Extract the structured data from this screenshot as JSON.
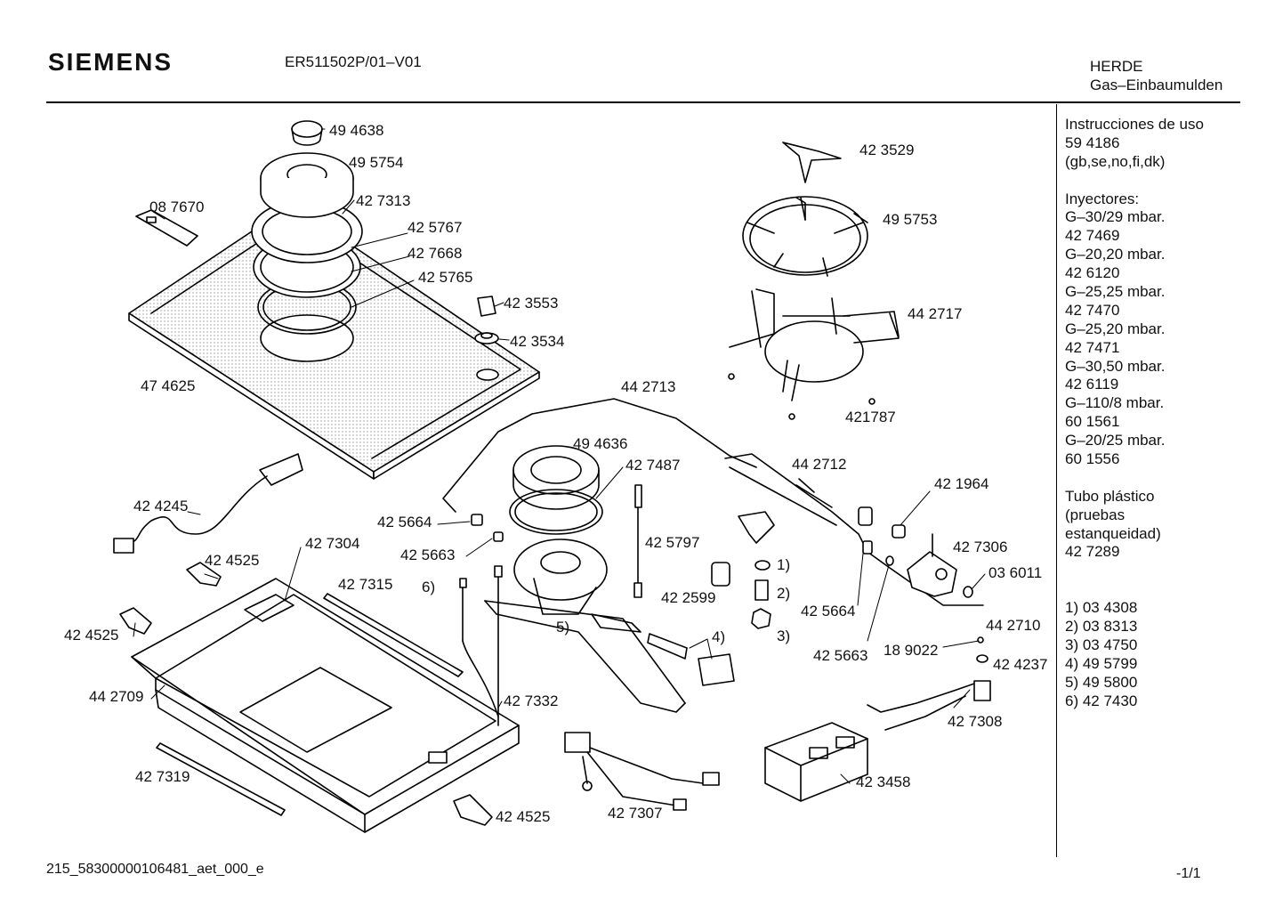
{
  "header": {
    "brand": "SIEMENS",
    "model": "ER511502P/01–V01",
    "category_line1": "HERDE",
    "category_line2": "Gas–Einbaumulden"
  },
  "sidebar": {
    "lines": [
      "Instrucciones de uso",
      "59 4186",
      "(gb,se,no,fi,dk)",
      "",
      "Inyectores:",
      "G–30/29 mbar.",
      "42 7469",
      "G–20,20 mbar.",
      "42 6120",
      "G–25,25 mbar.",
      "42 7470",
      "G–25,20 mbar.",
      "42 7471",
      "G–30,50 mbar.",
      "42 6119",
      "G–110/8 mbar.",
      "60 1561",
      "G–20/25 mbar.",
      "60 1556",
      "",
      "Tubo plástico",
      "(pruebas",
      "estanqueidad)",
      "42 7289",
      "",
      "",
      "1) 03 4308",
      "2) 03 8313",
      "3) 03 4750",
      "4) 49 5799",
      "5) 49 5800",
      "6) 42 7430"
    ]
  },
  "labels": [
    "49 4638",
    "49 5754",
    "42 7313",
    "08 7670",
    "42 5767",
    "42 7668",
    "42 5765",
    "42 3553",
    "42 3534",
    "47 4625",
    "42 3529",
    "49 5753",
    "44 2717",
    "421787",
    "44 2713",
    "49 4636",
    "42 7487",
    "44 2712",
    "42 1964",
    "42 4245",
    "42 5664",
    "42 5663",
    "42 5797",
    "42 7306",
    "03 6011",
    "42 7304",
    "42 4525",
    "42 7315",
    "6)",
    "1)",
    "2)",
    "3)",
    "42 2599",
    "42 5664",
    "5)",
    "4)",
    "44 2710",
    "42 4525",
    "42 5663",
    "18 9022",
    "42 4237",
    "44 2709",
    "42 7332",
    "42 7308",
    "42 7319",
    "42 3458",
    "42 7307",
    "42 4525"
  ],
  "footer": {
    "code": "215_58300000106481_aet_000_e",
    "page": "-1/1"
  }
}
